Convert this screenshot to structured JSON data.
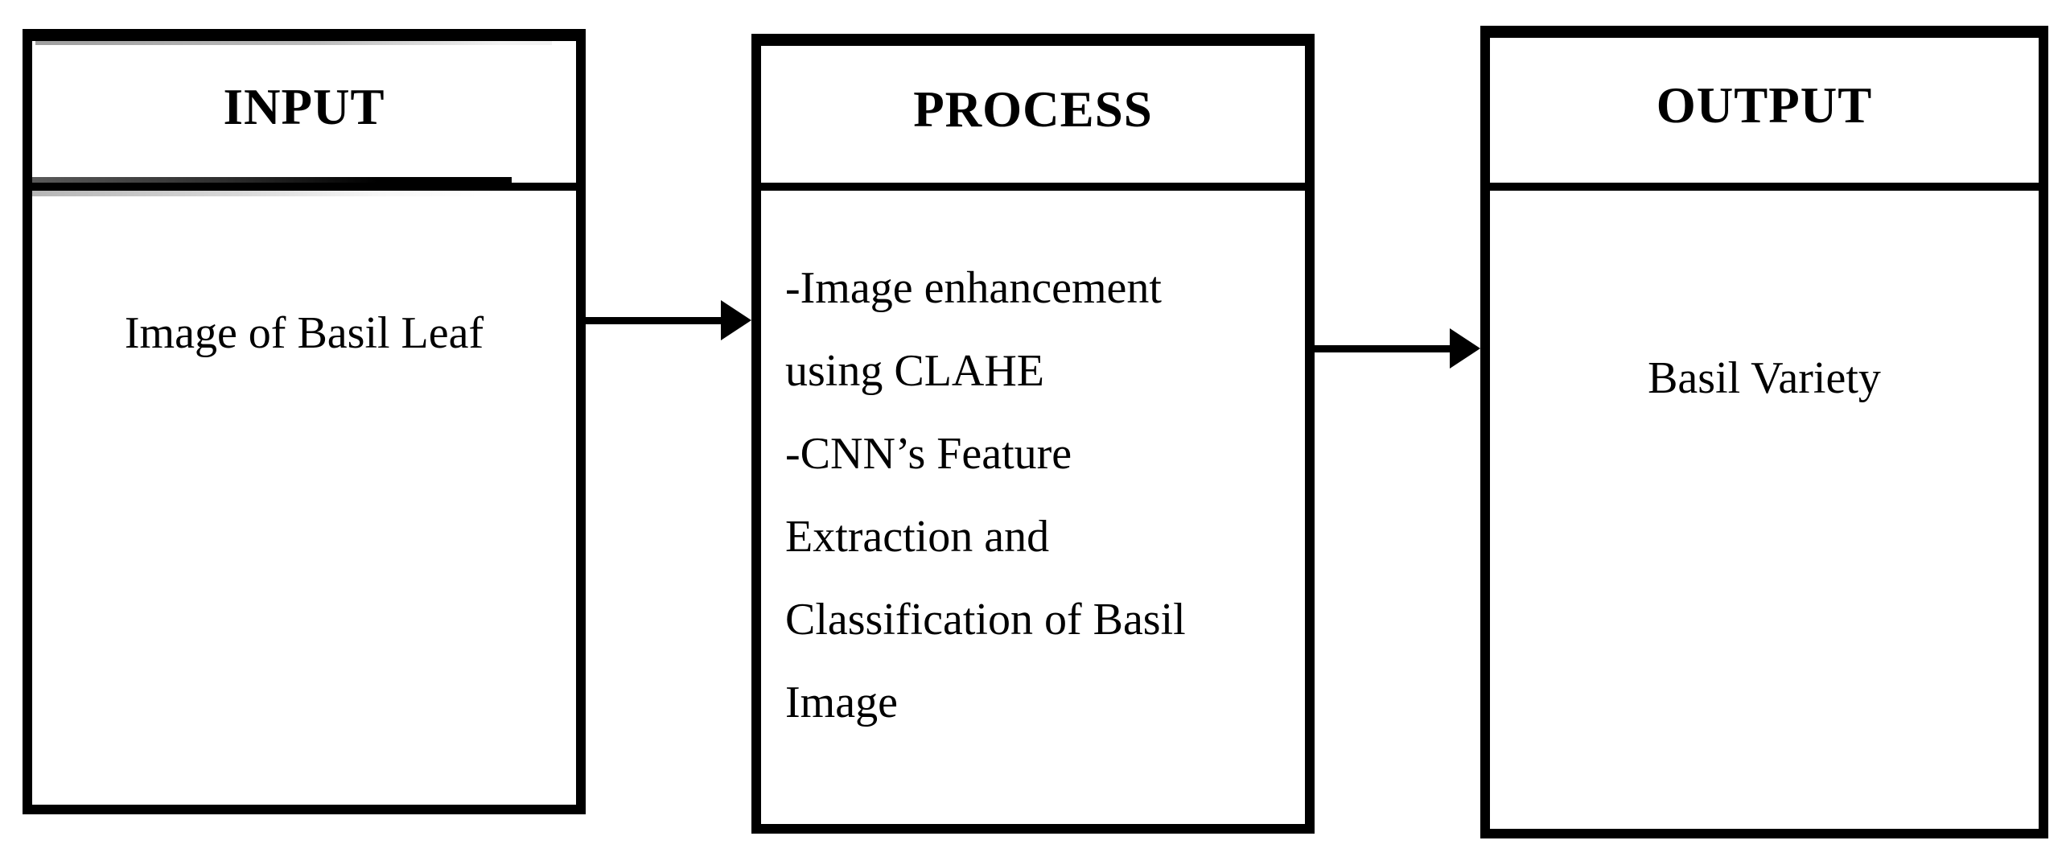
{
  "diagram": {
    "type": "input-process-output-flowchart",
    "colors": {
      "border": "#000000",
      "text": "#000000",
      "background": "#ffffff"
    },
    "boxes": {
      "input": {
        "title": "INPUT",
        "body": "Image of Basil Leaf"
      },
      "process": {
        "title": "PROCESS",
        "body_lines": [
          "-Image enhancement",
          "using CLAHE",
          "-CNN’s Feature",
          "Extraction and",
          "Classification of Basil",
          "Image"
        ]
      },
      "output": {
        "title": "OUTPUT",
        "body": "Basil Variety"
      }
    },
    "arrows": {
      "input_to_process": "right-arrow",
      "process_to_output": "right-arrow"
    }
  }
}
